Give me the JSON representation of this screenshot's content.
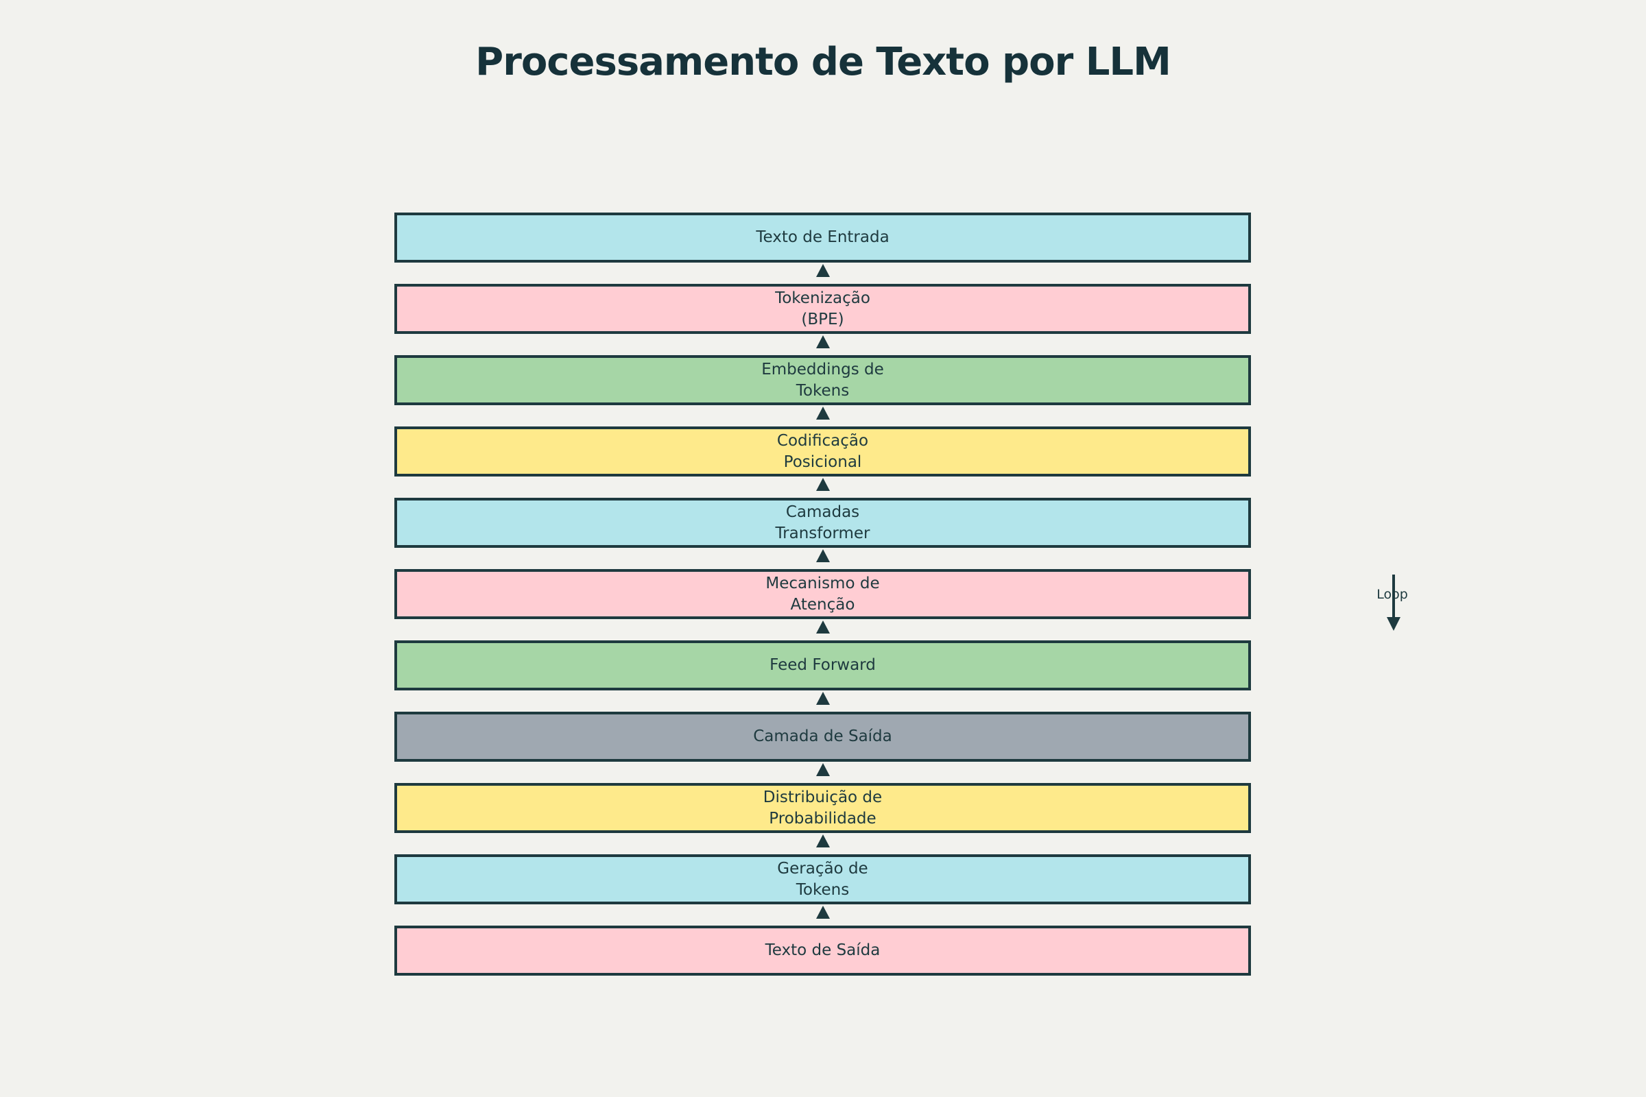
{
  "title": "Processamento de Texto por LLM",
  "steps": [
    {
      "label": "Texto de Entrada",
      "color": "cyan"
    },
    {
      "label": "Tokenização\n(BPE)",
      "color": "pink"
    },
    {
      "label": "Embeddings de\nTokens",
      "color": "green"
    },
    {
      "label": "Codificação\nPosicional",
      "color": "yellow"
    },
    {
      "label": "Camadas\nTransformer",
      "color": "cyan"
    },
    {
      "label": "Mecanismo de\nAtenção",
      "color": "pink"
    },
    {
      "label": "Feed Forward",
      "color": "green"
    },
    {
      "label": "Camada de Saída",
      "color": "gray"
    },
    {
      "label": "Distribuição de\nProbabilidade",
      "color": "yellow"
    },
    {
      "label": "Geração de\nTokens",
      "color": "cyan"
    },
    {
      "label": "Texto de Saída",
      "color": "pink"
    }
  ],
  "loop": {
    "label": "Loop"
  },
  "colors": {
    "cyan": "#b3e5eb",
    "pink": "#ffcdd3",
    "green": "#a6d6a6",
    "yellow": "#feea8b",
    "gray": "#9fa8b1",
    "stroke": "#1e3a3f",
    "background": "#f2f2ee"
  }
}
